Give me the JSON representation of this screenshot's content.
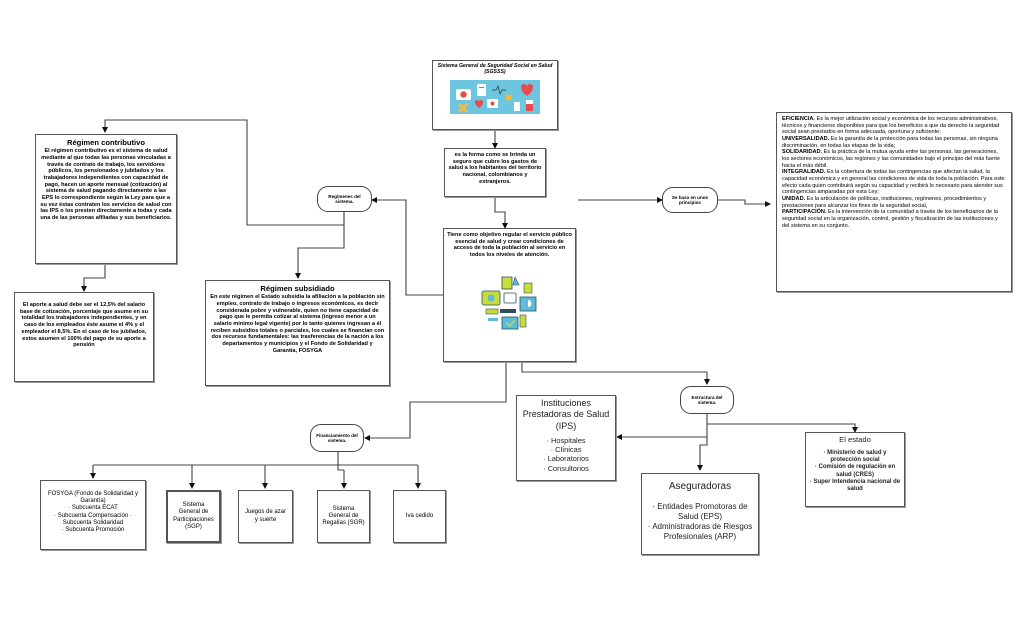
{
  "title_box": {
    "title": "Sistema General de Seguridad Social en Salud (SGSSS)",
    "image": "medical-icons-banner"
  },
  "definition_box": {
    "text": "es la forma como se brinda un seguro que cubre los gastos de salud a los habitantes del territorio nacional, colombianos y extranjeros."
  },
  "objective_box": {
    "text": "Tiene como objetivo regular el servicio público esencial de salud y crear condiciones de acceso de toda la población al servicio en todos los niveles de atención.",
    "image": "health-science-circle-illustration"
  },
  "nodes": {
    "regimenes": "Regímenes del sistema.",
    "principios": "Se basa en unos principios",
    "estructura": "Estructura del sistema.",
    "financiamiento": "Financiamiento del sistema."
  },
  "contributivo": {
    "title": "Régimen contributivo",
    "text": "El régimen contributivo es el sistema de salud mediante al que todas las personas vinculadas a través de contrato de trabajo, los servidores públicos, los pensionados y jubilados y los trabajadores independientes con capacidad de pago, hacen un aporte mensual (cotización) al sistema de salud pagando directamente a las EPS lo correspondiente según la Ley para que a su vez éstas contraten los servicios de salud con las IPS o los presten directamente a todas y cada una de las personas afiliadas y sus beneficiarios."
  },
  "aporte": {
    "text": "El aporte a salud debe ser el 12,5% del salario base de cotización, porcentaje que asume en su totalidad los trabajadores independientes, y en caso de los empleados éste asume el 4% y el empleador el 8,5%. En el caso de los jubilados, estos asumen el 100% del pago de su aporte a pensión"
  },
  "subsidiado": {
    "title": "Régimen subsidiado",
    "text": "En este régimen el Estado subsidia la afiliación a la población sin empleo, contrato de trabajo o ingresos económicos, es decir considerada pobre y vulnerable, quien no tiene capacidad de pago que le permita cotizar al sistema (ingreso menor a un salario mínimo legal vigente) por lo tanto quienes ingresan a él reciben subsidios totales o parciales, los cuales se financian con dos recursos fundamentales: las trasferencias de la nación a los departamentos y municipios y el Fondo de Solidaridad y Garantía, FOSYGA"
  },
  "principles": [
    {
      "name": "EFICIENCIA.",
      "text": " Es la mejor utilización social y económica de los recursos administrativos, técnicos y financieros disponibles para que los beneficios a que da derecho la seguridad social sean prestados en forma adecuada, oportuna y suficiente;"
    },
    {
      "name": "UNIVERSALIDAD.",
      "text": " Es la garantía de la protección para todas las personas, sin ninguna discriminación, en todas las etapas de la vida;"
    },
    {
      "name": "SOLIDARIDAD.",
      "text": " Es la práctica de la mutua ayuda entre las personas, las generaciones, los sectores económicos, las regiones y las comunidades bajo el principio del más fuerte hacia el más débil."
    },
    {
      "name": "INTEGRALIDAD.",
      "text": " Es la cobertura de todas las contingencias que afectan la salud, la capacidad económica y en general las condiciones de vida de toda la población. Para este efecto cada quien contribuirá según su capacidad y recibirá lo necesario para atender sus contingencias amparadas por esta Ley;"
    },
    {
      "name": "UNIDAD.",
      "text": " Es la articulación de políticas, instituciones, regímenes, procedimientos y prestaciones para alcanzar los fines de la seguridad social,"
    },
    {
      "name": "PARTICIPACIÓN.",
      "text": " Es la intervención de la comunidad a través de los beneficiarios de la seguridad social en la organización, control, gestión y fiscalización de las instituciones y del sistema en su conjunto."
    }
  ],
  "ips": {
    "title": "Instituciones Prestadoras de Salud (IPS)",
    "items": [
      "· Hospitales",
      "· Clínicas",
      "· Laboratorios",
      "· Consultorios"
    ]
  },
  "aseguradoras": {
    "title": "Aseguradoras",
    "items": [
      "· Entidades Promotoras de Salud (EPS)",
      "· Administradoras de Riesgos Profesionales (ARP)"
    ]
  },
  "estado": {
    "title": "El estado",
    "items": [
      "· Ministerio de salud y protección social",
      "· Comisión de regulación en salud (CRES)",
      "· Super Intendencia nacional de salud"
    ]
  },
  "financing": {
    "fosyga": {
      "title": "FOSYGA (Fondo de Solidaridad y Garantía)",
      "items": [
        "· Subcuenta ECAT",
        "· Subcuenta Compensación ·",
        "Subcuenta Solidaridad",
        "· Subcuenta Promoción"
      ]
    },
    "sgp": "Sistema General de Participaciones (SGP)",
    "juegos": "Juegos de azar y suerte",
    "sgr": "Sistema General de Regalías (SGR)",
    "iva": "Iva cedido"
  }
}
